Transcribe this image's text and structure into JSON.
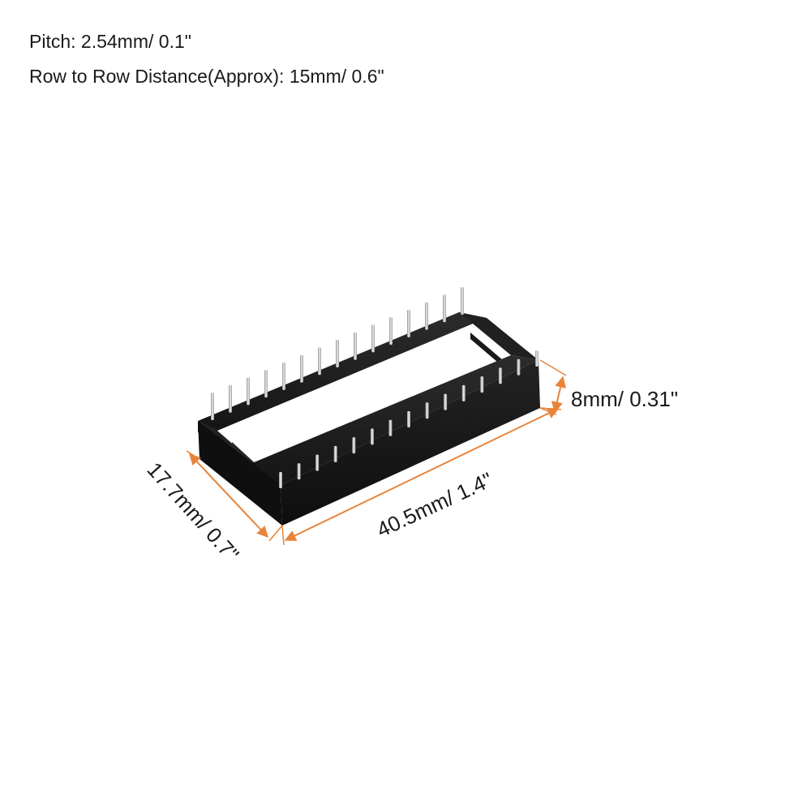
{
  "specs": {
    "pitch": "Pitch: 2.54mm/ 0.1\"",
    "row_distance": "Row to Row Distance(Approx): 15mm/ 0.6\""
  },
  "dimensions": {
    "height": "8mm/ 0.31\"",
    "length": "40.5mm/ 1.4\"",
    "width": "17.7mm/ 0.7\""
  },
  "colors": {
    "dimension_line": "#e8843a",
    "socket_body": "#1b1b1b",
    "pin": "#c9c9c9",
    "background": "#ffffff"
  },
  "pins_per_row": 15
}
